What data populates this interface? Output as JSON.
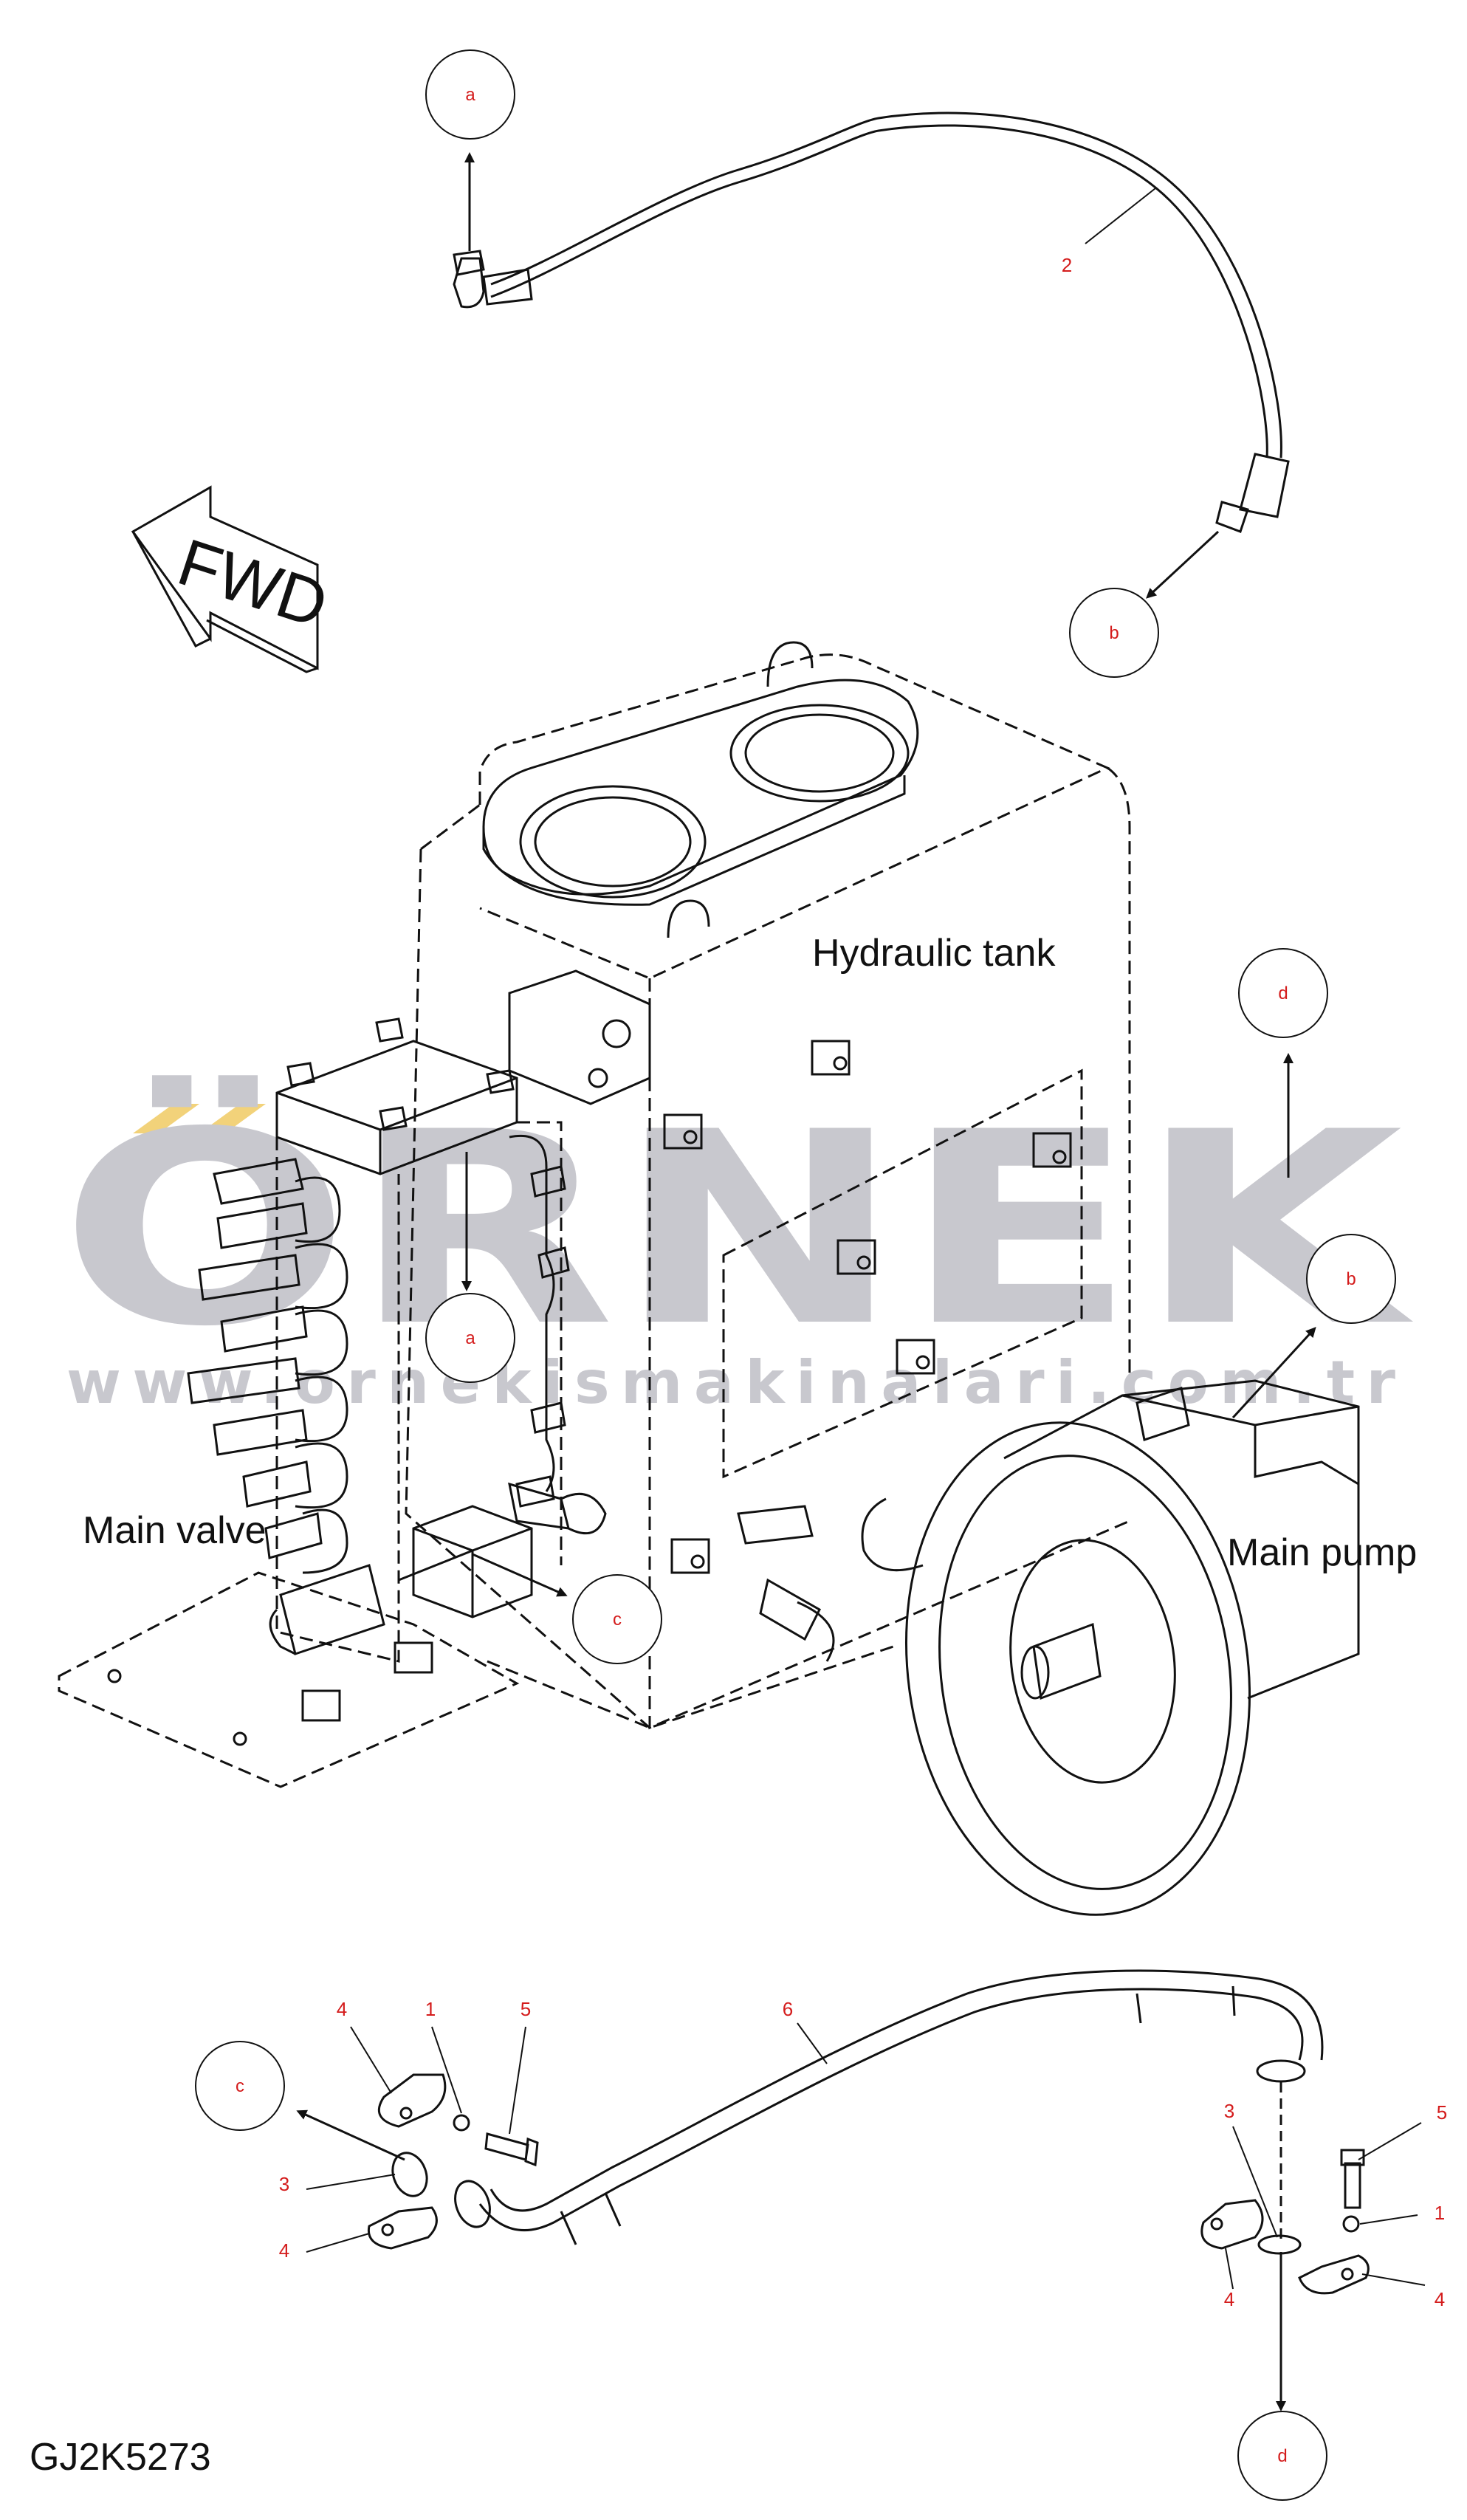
{
  "labels": {
    "hydraulic_tank": "Hydraulic tank",
    "main_valve": "Main valve",
    "main_pump": "Main pump",
    "fwd": "FWD",
    "drawing_code": "GJ2K5273"
  },
  "watermark": {
    "brand": "ÖRNEK",
    "url": "www.ornekismakinalari.com.tr",
    "color": "#c8c8ce",
    "accent": "#f2d27a"
  },
  "callouts": {
    "a_top": "a",
    "b_top": "b",
    "d_right": "d",
    "a_valve": "a",
    "b_pump": "b",
    "c_valve": "c",
    "c_bottom": "c",
    "d_bottom": "d"
  },
  "part_numbers": {
    "hose_upper": "2",
    "hose_lower": "6",
    "left_clamp_top": "4",
    "left_washer": "1",
    "left_bolt": "5",
    "left_oring": "3",
    "left_clamp_bottom": "4",
    "right_oring": "3",
    "right_bolt": "5",
    "right_washer": "1",
    "right_clamp_left": "4",
    "right_clamp_right": "4"
  },
  "colors": {
    "callout_red": "#d41c1c",
    "line": "#111111"
  }
}
